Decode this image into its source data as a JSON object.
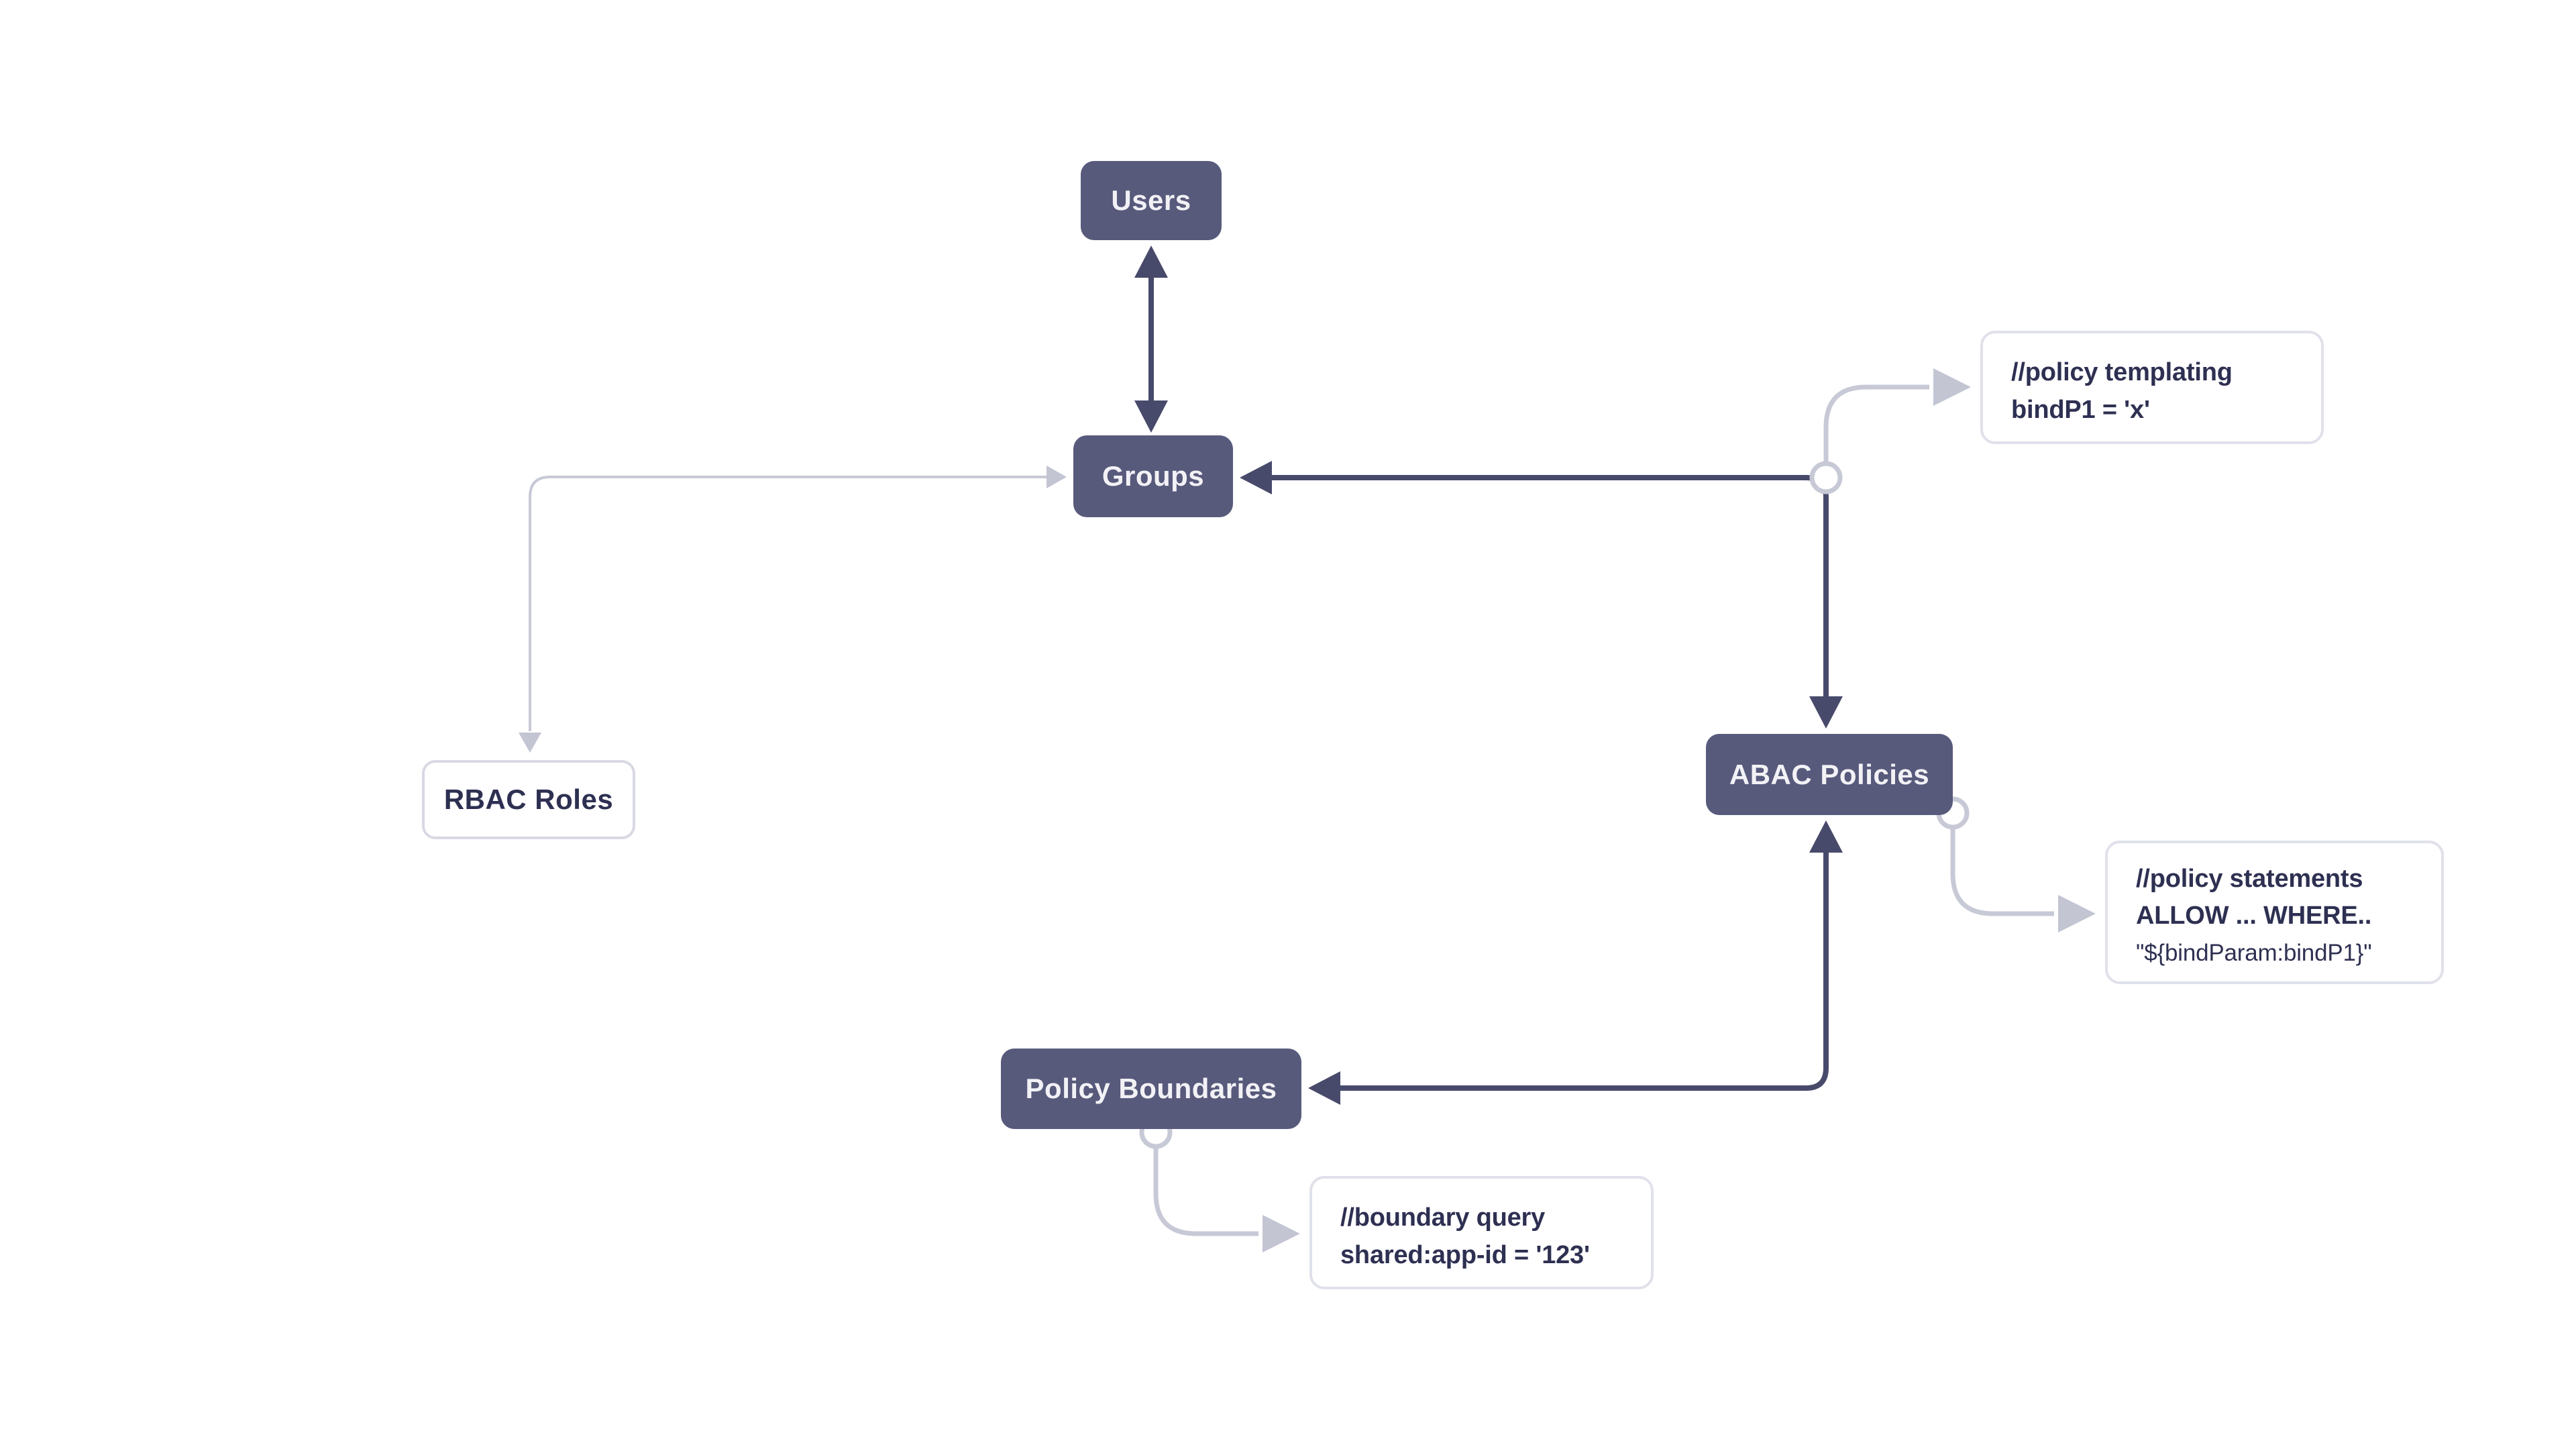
{
  "diagram": {
    "nodes": [
      {
        "id": "users",
        "label": "Users",
        "style": "primary"
      },
      {
        "id": "groups",
        "label": "Groups",
        "style": "primary"
      },
      {
        "id": "rbac-roles",
        "label": "RBAC Roles",
        "style": "outline"
      },
      {
        "id": "abac-policies",
        "label": "ABAC Policies",
        "style": "primary"
      },
      {
        "id": "policy-boundaries",
        "label": "Policy Boundaries",
        "style": "primary"
      }
    ],
    "annotations": [
      {
        "id": "policy-templating",
        "lines": [
          "//policy templating",
          "bindP1 = 'x'"
        ]
      },
      {
        "id": "policy-statements",
        "lines": [
          "//policy statements",
          "ALLOW ... WHERE..",
          "\"${bindParam:bindP1}\""
        ]
      },
      {
        "id": "boundary-query",
        "lines": [
          "//boundary query",
          "shared:app-id = '123'"
        ]
      }
    ],
    "edges": [
      {
        "from": "users",
        "to": "groups",
        "direction": "both",
        "style": "dark"
      },
      {
        "from": "abac-policies",
        "to": "groups",
        "direction": "both",
        "style": "dark"
      },
      {
        "from": "abac-policies",
        "to": "policy-boundaries",
        "direction": "both",
        "style": "dark"
      },
      {
        "from": "groups",
        "to": "rbac-roles",
        "direction": "both",
        "style": "light"
      },
      {
        "from": "groups-abac-junction",
        "to": "policy-templating",
        "direction": "to",
        "style": "light"
      },
      {
        "from": "abac-policies-corner",
        "to": "policy-statements",
        "direction": "to",
        "style": "light"
      },
      {
        "from": "policy-boundaries-bottom",
        "to": "boundary-query",
        "direction": "to",
        "style": "light"
      }
    ],
    "colors": {
      "node_fill": "#585a7c",
      "node_text": "#f2f2f6",
      "outline_node_border": "#d8d9e4",
      "dark_edge": "#484a6b",
      "light_edge": "#c7c9d6",
      "light_arrowhead": "#c3c5d3",
      "annotation_border": "#e0e1ea",
      "annotation_text": "#2e3052",
      "background": "#ffffff"
    }
  }
}
